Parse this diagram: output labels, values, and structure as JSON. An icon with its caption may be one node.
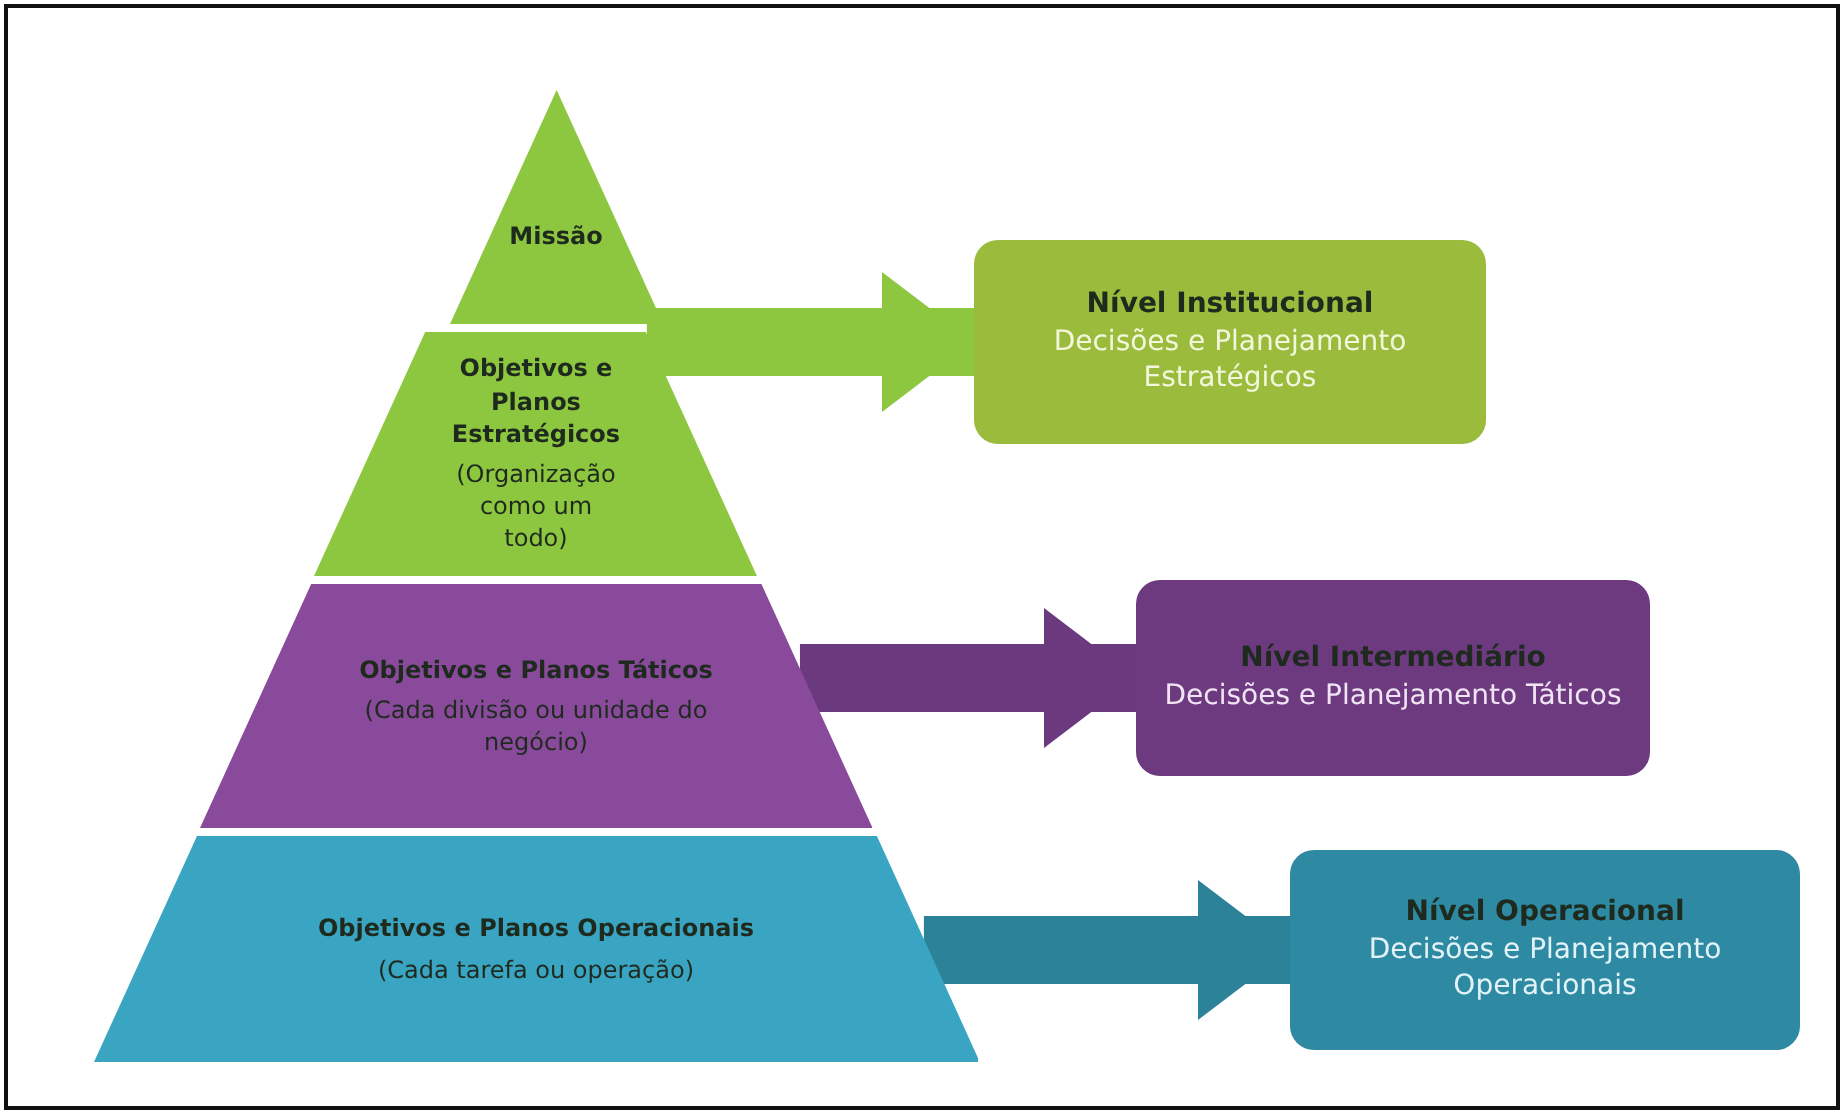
{
  "diagram": {
    "nodes": [
      {
        "text": [
          "Missão"
        ]
      },
      {
        "text": [
          "Objetivos e Planos Estratégicos",
          "(Organização como um todo)"
        ]
      },
      {
        "text": [
          "Objetivos e Planos Táticos",
          "(Cada divisão ou unidade do negócio)"
        ]
      },
      {
        "text": [
          "Objetivos e Planos Operacionais",
          "(Cada tarefa ou operação)"
        ]
      },
      {
        "text": [
          "Nível Institucional",
          "Decisões e Planejamento Estratégicos"
        ]
      },
      {
        "text": [
          "Nível Intermediário",
          "Decisões e Planejamento Táticos"
        ]
      },
      {
        "text": [
          "Nível Operacional",
          "Decisões e Planejamento Operacionais"
        ]
      }
    ],
    "edges": [
      {
        "from": 1,
        "to": 4,
        "arrow": "to",
        "color": "#8dc63f"
      },
      {
        "from": 2,
        "to": 5,
        "arrow": "to",
        "color": "#6b3a7e"
      },
      {
        "from": 3,
        "to": 6,
        "arrow": "to",
        "color": "#2b8299"
      }
    ]
  }
}
